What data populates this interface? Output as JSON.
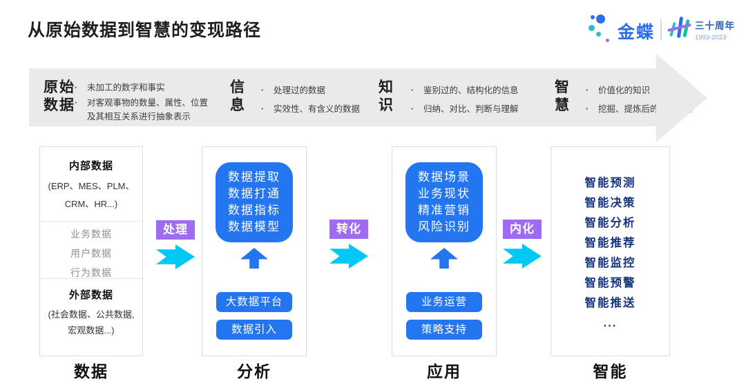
{
  "page": {
    "title": "从原始数据到智慧的变现路径"
  },
  "logo": {
    "brand": "金蝶",
    "anniversary": "三十周年",
    "years": "1993-2023"
  },
  "banner": {
    "stages": [
      {
        "label_line1": "原始",
        "label_line2": "数据",
        "bullets": [
          "未加工的数字和事实",
          "对客观事物的数量、属性、位置及其相互关系进行抽象表示"
        ]
      },
      {
        "label_line1": "信",
        "label_line2": "息",
        "bullets": [
          "处理过的数据",
          "实效性、有含义的数据"
        ]
      },
      {
        "label_line1": "知",
        "label_line2": "识",
        "bullets": [
          "鉴别过的、结构化的信息",
          "归纳、对比、判断与理解"
        ]
      },
      {
        "label_line1": "智",
        "label_line2": "慧",
        "bullets": [
          "价值化的知识",
          "挖掘、提炼后的决策能力"
        ]
      }
    ]
  },
  "flow": {
    "connectors": [
      {
        "label": "处理"
      },
      {
        "label": "转化"
      },
      {
        "label": "内化"
      }
    ],
    "data_column": {
      "internal": {
        "title": "内部数据",
        "line1": "(ERP、MES、PLM、",
        "line2": "CRM、HR...)"
      },
      "middle": [
        "业务数据",
        "用户数据",
        "行为数据"
      ],
      "external": {
        "title": "外部数据",
        "line1": "(社会数据、公共数据,",
        "line2": "宏观数据...)"
      },
      "footer": "数据"
    },
    "analysis_column": {
      "core": [
        "数据提取",
        "数据打通",
        "数据指标",
        "数据模型"
      ],
      "buttons": [
        "大数据平台",
        "数据引入"
      ],
      "footer": "分析"
    },
    "application_column": {
      "core": [
        "数据场景",
        "业务现状",
        "精准营销",
        "风险识别"
      ],
      "buttons": [
        "业务运营",
        "策略支持"
      ],
      "footer": "应用"
    },
    "intelligence_column": {
      "items": [
        "智能预测",
        "智能决策",
        "智能分析",
        "智能推荐",
        "智能监控",
        "智能预警",
        "智能推送",
        "..."
      ],
      "footer": "智能"
    }
  },
  "colors": {
    "accent_blue": "#2376F0",
    "navy_text": "#17357E",
    "connector_purple": "#9E6BF2",
    "connector_cyan": "#00C8F4",
    "banner_gray": "#EAEAEA",
    "brand_blue": "#2A6FE8"
  }
}
